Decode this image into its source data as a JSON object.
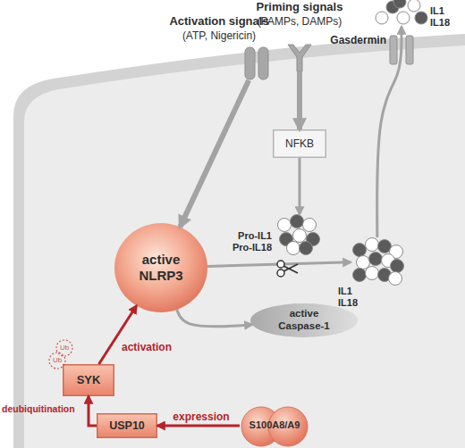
{
  "diagram": {
    "nodes": [
      {
        "text": [
          "Activation signals",
          "(ATP, Nigericin)"
        ]
      },
      {
        "text": [
          "Priming signals",
          "(PAMPs, DAMPs)"
        ]
      },
      {
        "text": [
          "NFKB"
        ]
      },
      {
        "text": [
          "active NLRP3"
        ]
      },
      {
        "text": [
          "active Caspase-1"
        ]
      },
      {
        "text": [
          "Pro-IL1 Pro-IL18"
        ]
      },
      {
        "text": [
          "IL1 IL18"
        ]
      },
      {
        "text": [
          "Gasdermin"
        ]
      },
      {
        "text": [
          "IL1 IL18"
        ]
      },
      {
        "text": [
          "SYK"
        ]
      },
      {
        "text": [
          "USP10"
        ]
      },
      {
        "text": [
          "S100A8/A9"
        ]
      }
    ],
    "edges": [
      {
        "from": 0,
        "to": 3,
        "arrow": "to"
      },
      {
        "from": 1,
        "to": 2,
        "arrow": "to"
      },
      {
        "from": 2,
        "to": 5,
        "arrow": "to"
      },
      {
        "from": 3,
        "to": 6,
        "arrow": "to"
      },
      {
        "from": 3,
        "to": 4,
        "arrow": "to"
      },
      {
        "from": 6,
        "to": 8,
        "arrow": "to"
      },
      {
        "from": 9,
        "to": 3,
        "label": "activation",
        "arrow": "to"
      },
      {
        "from": 10,
        "to": 9,
        "label": "deubiquitination",
        "arrow": "to"
      },
      {
        "from": 11,
        "to": 10,
        "label": "expression",
        "arrow": "to"
      }
    ],
    "labels": [
      "Ub",
      "Ub"
    ]
  }
}
